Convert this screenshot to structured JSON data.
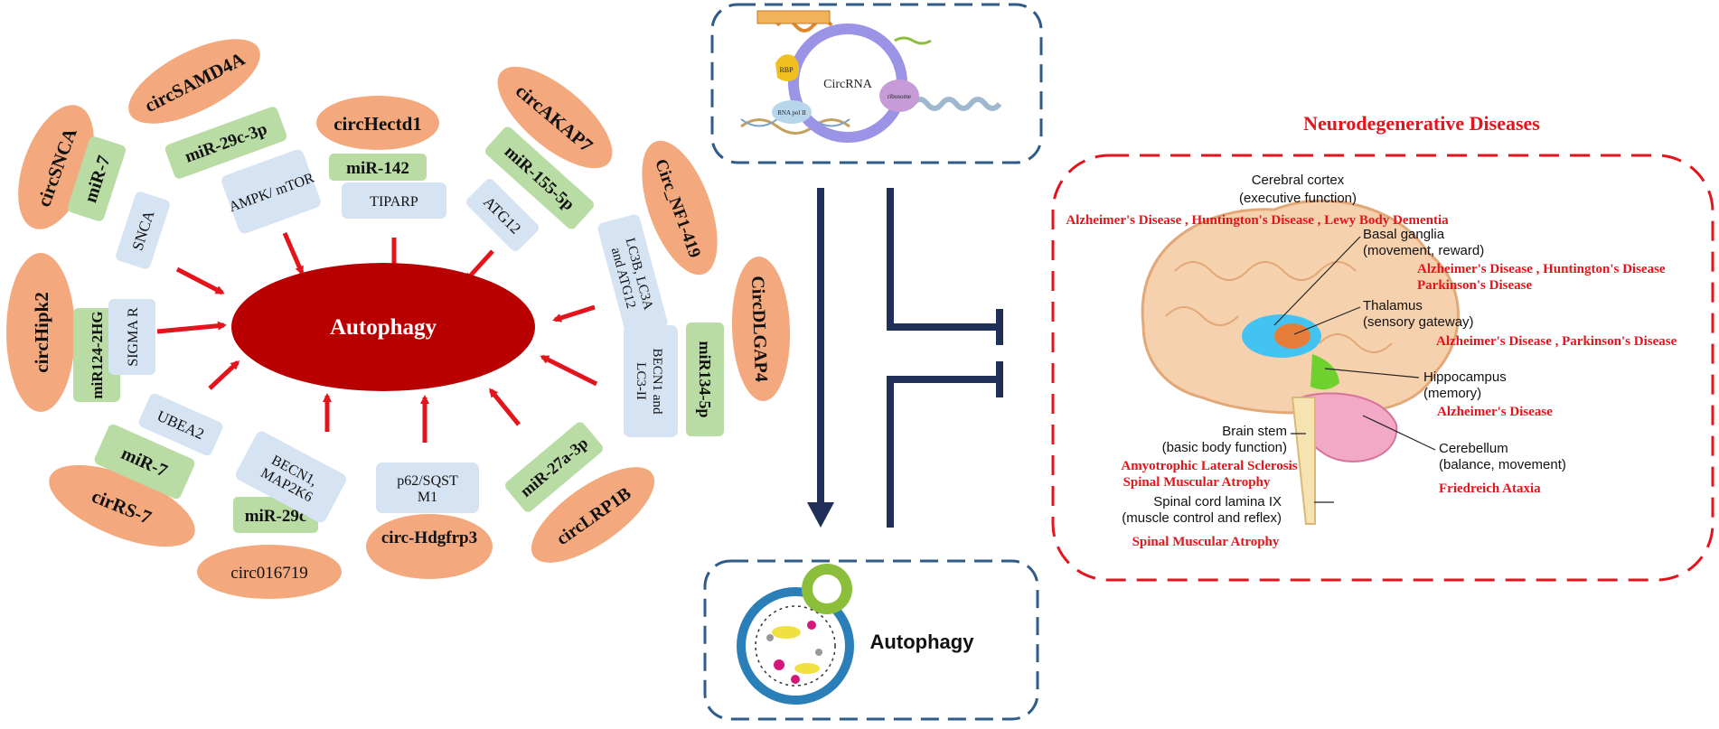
{
  "circ_rna": [
    {
      "name": "circSNCA"
    },
    {
      "name": "circSAMD4A"
    },
    {
      "name": "circHectd1"
    },
    {
      "name": "circAKAP7"
    },
    {
      "name": "Circ_NF1-419"
    },
    {
      "name": "CircDLGAP4"
    },
    {
      "name": "circLRP1B"
    },
    {
      "name": "circ-Hdgfrp3"
    },
    {
      "name": "circ016719"
    },
    {
      "name": "cirRS-7"
    },
    {
      "name": "circHipk2"
    }
  ],
  "mirna": [
    {
      "name": "miR-7"
    },
    {
      "name": "miR-29c-3p"
    },
    {
      "name": "miR-142"
    },
    {
      "name": "miR-155-5p"
    },
    {
      "name": "miR134-5p"
    },
    {
      "name": "miR-27a-3p"
    },
    {
      "name": "miR-29c"
    },
    {
      "name": "miR-7"
    },
    {
      "name": "miR124-2HG"
    }
  ],
  "targets": [
    {
      "name": "SNCA"
    },
    {
      "name": "AMPK/ mTOR"
    },
    {
      "name": "TIPARP"
    },
    {
      "name": "ATG12"
    },
    {
      "name": "LC3B, LC3A and ATG12"
    },
    {
      "name": "BECN1 and LC3-II"
    },
    {
      "name": "p62/SQST M1"
    },
    {
      "name": "BECN1, MAP2K6"
    },
    {
      "name": "UBEA2"
    },
    {
      "name": "SIGMA R"
    }
  ],
  "center": {
    "label": "Autophagy"
  },
  "circ_box": {
    "circrna_label": "CircRNA",
    "rbp_label": "RBP",
    "polii_label": "RNA pol II",
    "ribosome_label": "ribosome"
  },
  "autophagy_box": {
    "label": "Autophagy"
  },
  "neuro": {
    "title": "Neurodegenerative Diseases",
    "regions": [
      {
        "name": "Cerebral cortex",
        "function": "(executive function)",
        "diseases": [
          "Alzheimer's Disease , Huntington's Disease , Lewy Body Dementia"
        ]
      },
      {
        "name": "Basal ganglia",
        "function": "(movement, reward)",
        "diseases": [
          "Alzheimer's Disease , Huntington's Disease",
          "Parkinson's Disease"
        ]
      },
      {
        "name": "Thalamus",
        "function": "(sensory gateway)",
        "diseases": [
          "Alzheimer's Disease , Parkinson's Disease"
        ]
      },
      {
        "name": "Hippocampus",
        "function": "(memory)",
        "diseases": [
          "Alzheimer's Disease"
        ]
      },
      {
        "name": "Brain stem",
        "function": "(basic body function)",
        "diseases": [
          "Amyotrophic Lateral Sclerosis",
          "Spinal Muscular Atrophy"
        ]
      },
      {
        "name": "Cerebellum",
        "function": "(balance, movement)",
        "diseases": [
          "Friedreich Ataxia"
        ]
      },
      {
        "name": "Spinal cord lamina IX",
        "function": "(muscle control and reflex)",
        "diseases": [
          "Spinal Muscular Atrophy"
        ]
      }
    ]
  },
  "colors": {
    "circ_fill": "#f3a97d",
    "mirna_fill": "#b9dca5",
    "target_fill": "#d6e3f3",
    "center_fill": "#b80000",
    "arrow_red": "#e3141c",
    "navy": "#1f2f58",
    "disease_red": "#e3141c",
    "dashed_blue": "#2e5b88",
    "dashed_red": "#e3141c"
  }
}
